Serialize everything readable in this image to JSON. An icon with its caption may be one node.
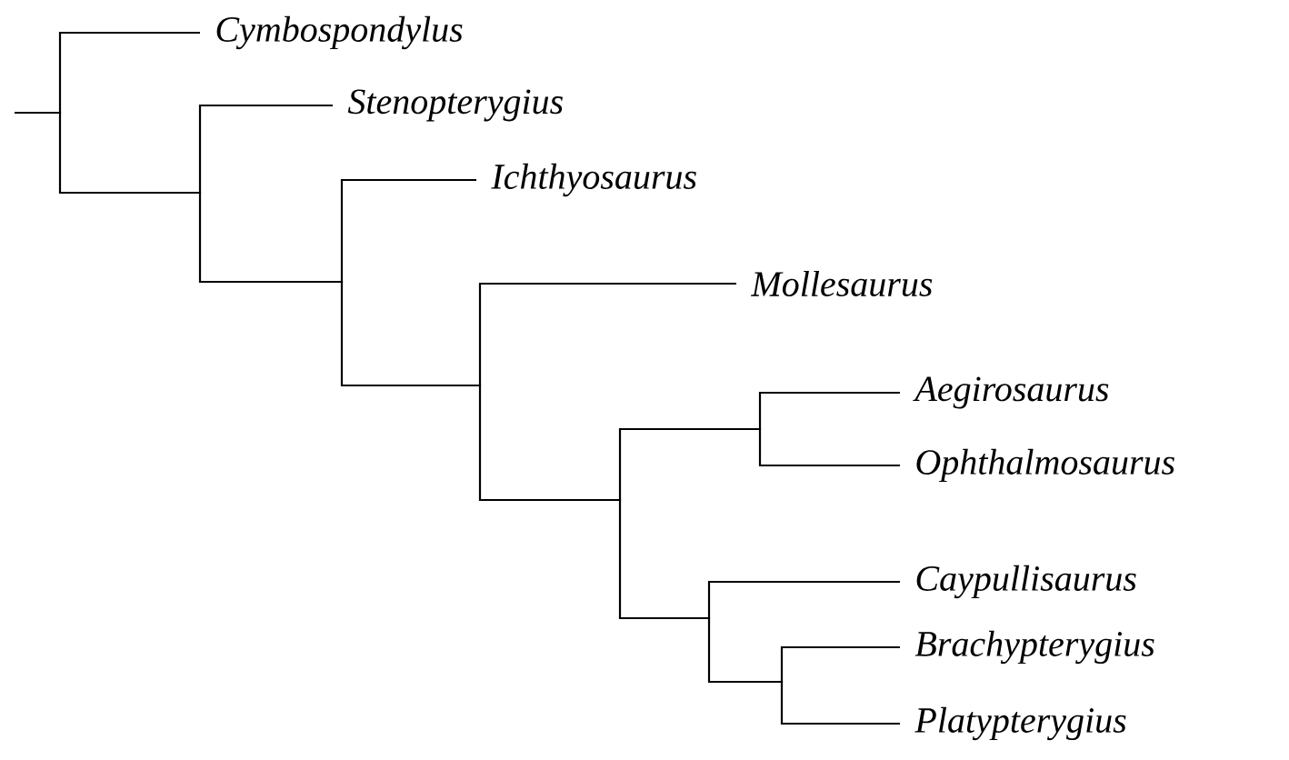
{
  "diagram": {
    "nodes": [
      {
        "text": [],
        "shape": "point"
      },
      {
        "text": [
          "Cymbospondylus"
        ]
      },
      {
        "text": [],
        "shape": "point"
      },
      {
        "text": [
          "Stenopterygius"
        ]
      },
      {
        "text": [],
        "shape": "point"
      },
      {
        "text": [
          "Ichthyosaurus"
        ]
      },
      {
        "text": [],
        "shape": "point"
      },
      {
        "text": [
          "Mollesaurus"
        ]
      },
      {
        "text": [],
        "shape": "point"
      },
      {
        "text": [],
        "shape": "point"
      },
      {
        "text": [
          "Aegirosaurus"
        ]
      },
      {
        "text": [
          "Ophthalmosaurus"
        ]
      },
      {
        "text": [],
        "shape": "point"
      },
      {
        "text": [
          "Caypullisaurus"
        ]
      },
      {
        "text": [],
        "shape": "point"
      },
      {
        "text": [
          "Brachypterygius"
        ]
      },
      {
        "text": [
          "Platypterygius"
        ]
      }
    ],
    "edges": [
      {
        "from": null,
        "to": 0,
        "arrow": "none"
      },
      {
        "from": 0,
        "to": 1,
        "arrow": "none"
      },
      {
        "from": 0,
        "to": 2,
        "arrow": "none"
      },
      {
        "from": 2,
        "to": 3,
        "arrow": "none"
      },
      {
        "from": 2,
        "to": 4,
        "arrow": "none"
      },
      {
        "from": 4,
        "to": 5,
        "arrow": "none"
      },
      {
        "from": 4,
        "to": 6,
        "arrow": "none"
      },
      {
        "from": 6,
        "to": 7,
        "arrow": "none"
      },
      {
        "from": 6,
        "to": 8,
        "arrow": "none"
      },
      {
        "from": 8,
        "to": 9,
        "arrow": "none"
      },
      {
        "from": 9,
        "to": 10,
        "arrow": "none"
      },
      {
        "from": 9,
        "to": 11,
        "arrow": "none"
      },
      {
        "from": 8,
        "to": 12,
        "arrow": "none"
      },
      {
        "from": 12,
        "to": 13,
        "arrow": "none"
      },
      {
        "from": 12,
        "to": 14,
        "arrow": "none"
      },
      {
        "from": 14,
        "to": 15,
        "arrow": "none"
      },
      {
        "from": 14,
        "to": 16,
        "arrow": "none"
      }
    ]
  }
}
